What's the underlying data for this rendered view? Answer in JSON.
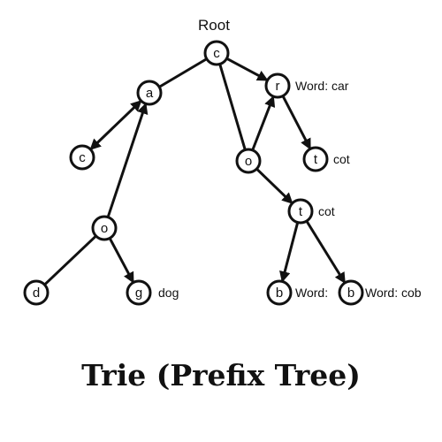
{
  "diagram": {
    "root_label": "Root",
    "title": "Trie (Prefix Tree)",
    "nodes": [
      {
        "id": "c_root",
        "letter": "c"
      },
      {
        "id": "a",
        "letter": "a"
      },
      {
        "id": "c_left",
        "letter": "c"
      },
      {
        "id": "o_left",
        "letter": "o"
      },
      {
        "id": "d",
        "letter": "d"
      },
      {
        "id": "g",
        "letter": "g",
        "label": "dog"
      },
      {
        "id": "r",
        "letter": "r",
        "label": "Word: car"
      },
      {
        "id": "o_mid",
        "letter": "o"
      },
      {
        "id": "t_right",
        "letter": "t",
        "label": "cot"
      },
      {
        "id": "t_mid",
        "letter": "t",
        "label": "cot"
      },
      {
        "id": "b1",
        "letter": "b",
        "label": "Word:"
      },
      {
        "id": "b2",
        "letter": "b",
        "label": "Word: cob"
      }
    ],
    "edges": [
      {
        "from": "c_root",
        "to": "a",
        "arrow": "none"
      },
      {
        "from": "c_root",
        "to": "r",
        "arrow": "end"
      },
      {
        "from": "c_root",
        "to": "o_mid",
        "arrow": "none"
      },
      {
        "from": "a",
        "to": "c_left",
        "arrow": "both"
      },
      {
        "from": "a",
        "to": "o_left",
        "arrow": "start"
      },
      {
        "from": "o_left",
        "to": "d",
        "arrow": "none"
      },
      {
        "from": "o_left",
        "to": "g",
        "arrow": "end"
      },
      {
        "from": "o_mid",
        "to": "r",
        "arrow": "end"
      },
      {
        "from": "r",
        "to": "t_right",
        "arrow": "end"
      },
      {
        "from": "o_mid",
        "to": "t_mid",
        "arrow": "end"
      },
      {
        "from": "t_mid",
        "to": "b1",
        "arrow": "end"
      },
      {
        "from": "t_mid",
        "to": "b2",
        "arrow": "end"
      }
    ]
  }
}
